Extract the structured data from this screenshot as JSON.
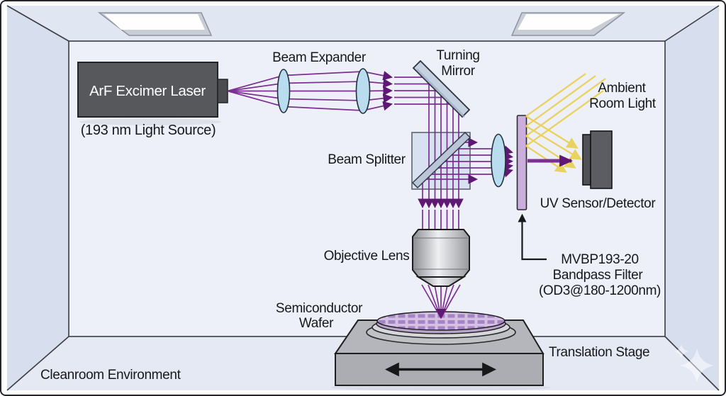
{
  "diagram": {
    "labels": {
      "laser": "ArF Excimer Laser",
      "laser_sub": "(193 nm Light Source)",
      "beam_expander": "Beam Expander",
      "turning_mirror_1": "Turning",
      "turning_mirror_2": "Mirror",
      "beam_splitter": "Beam Splitter",
      "ambient_1": "Ambient",
      "ambient_2": "Room Light",
      "uv_sensor": "UV Sensor/Detector",
      "filter_1": "MVBP193-20",
      "filter_2": "Bandpass Filter",
      "filter_3": "(OD3@180-1200nm)",
      "objective_lens": "Objective Lens",
      "wafer_1": "Semiconductor",
      "wafer_2": "Wafer",
      "translation_stage": "Translation Stage",
      "cleanroom": "Cleanroom Environment"
    },
    "colors": {
      "beam": "#7b2f91",
      "beam_arrow": "#5f1873",
      "ambient_light": "#e9d25d",
      "lens": "#b9ddef",
      "filter": "#ccaedd",
      "laser_body": "#57585c",
      "detector": "#5c5d62",
      "wafer": "#d5c0e4",
      "wafer_grid": "#a584c4",
      "stage": "#b4b6bb",
      "text": "#17181a"
    }
  }
}
